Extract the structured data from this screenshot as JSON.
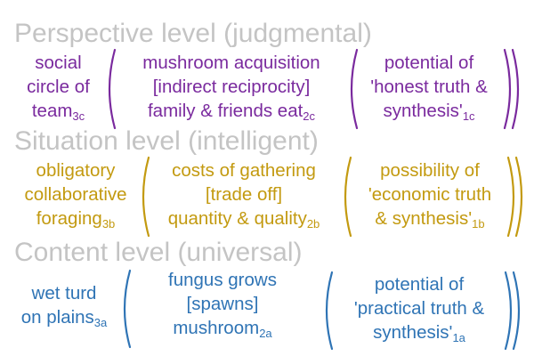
{
  "colors": {
    "heading": "#c4c4c4",
    "perspective": "#7a2a9e",
    "situation": "#c39a10",
    "content": "#2f74b5"
  },
  "levels": [
    {
      "heading": "Perspective level (judgmental)",
      "col1": {
        "lines": [
          "social",
          "circle of",
          "team"
        ],
        "sub": "3c"
      },
      "col2": {
        "lines": [
          "mushroom acquisition",
          "[indirect reciprocity]",
          "family & friends eat"
        ],
        "sub": "2c"
      },
      "col3": {
        "lines": [
          "potential of",
          "'honest truth &",
          "synthesis'"
        ],
        "sub": "1c"
      }
    },
    {
      "heading": "Situation level (intelligent)",
      "col1": {
        "lines": [
          "obligatory",
          "collaborative",
          "foraging"
        ],
        "sub": "3b"
      },
      "col2": {
        "lines": [
          "costs of gathering",
          "[trade off]",
          "quantity & quality"
        ],
        "sub": "2b"
      },
      "col3": {
        "lines": [
          "possibility of",
          "'economic truth",
          "& synthesis'"
        ],
        "sub": "1b"
      }
    },
    {
      "heading": "Content level (universal)",
      "col1": {
        "lines": [
          "wet turd",
          "on plains"
        ],
        "sub": "3a"
      },
      "col2": {
        "lines": [
          "fungus grows",
          "[spawns]",
          "mushroom"
        ],
        "sub": "2a"
      },
      "col3": {
        "lines": [
          "potential of",
          "'practical truth &",
          "synthesis'"
        ],
        "sub": "1a"
      }
    }
  ]
}
